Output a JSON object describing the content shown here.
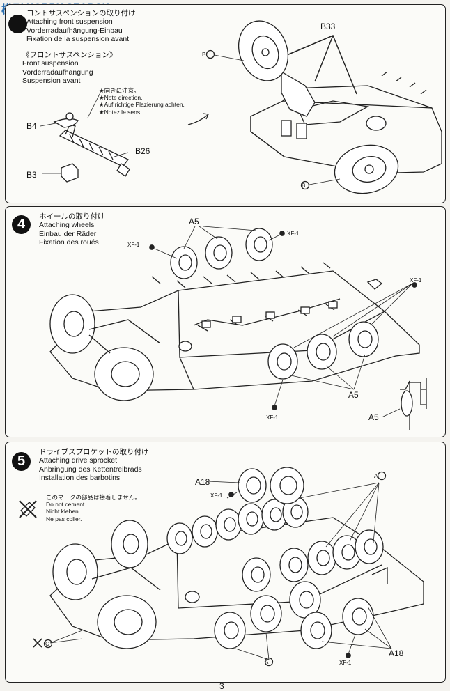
{
  "watermark": {
    "logo": "模型",
    "site": "HOBBY SEARCH"
  },
  "steps": [
    {
      "titles": [
        "コントサスペンションの取り付け",
        "Attaching front suspension",
        "Vorderradaufhängung-Einbau",
        "Fixation de la suspension avant"
      ],
      "subassembly": [
        "《フロントサスペンション》",
        "Front suspension",
        "Vorderradaufhängung",
        "Suspension avant"
      ],
      "note": [
        "★向きに注意。",
        "★Note direction.",
        "★Auf richtige Plazierung achten.",
        "★Notez le sens."
      ],
      "parts": {
        "b4": "B4",
        "b26": "B26",
        "b3": "B3",
        "b33": "B33",
        "b_mark_1": "B",
        "b_mark_2": "B"
      }
    },
    {
      "number": "4",
      "titles": [
        "ホイールの取り付け",
        "Attaching wheels",
        "Einbau der Räder",
        "Fixation des roués"
      ],
      "parts": {
        "a5_top": "A5",
        "a5_right": "A5",
        "a5_bottom": "A5"
      },
      "paint": {
        "xf1_a": "XF-1",
        "xf1_b": "XF-1",
        "xf1_c": "XF-1",
        "xf1_d": "XF-1"
      }
    },
    {
      "number": "5",
      "titles": [
        "ドライブスプロケットの取り付け",
        "Attaching drive sprocket",
        "Anbringung des Kettentreibrads",
        "Installation des barbotins"
      ],
      "note": [
        "このマークの部品は接着しません。",
        "Do not cement.",
        "Nicht kleben.",
        "Ne pas coller."
      ],
      "parts": {
        "a18_top": "A18",
        "a18_bottom": "A18",
        "a_mark_1": "A",
        "a_mark_2": "A",
        "c_mark": "C"
      },
      "paint": {
        "xf1_a": "XF-1",
        "xf1_b": "XF-1"
      }
    }
  ],
  "page_number": "3"
}
